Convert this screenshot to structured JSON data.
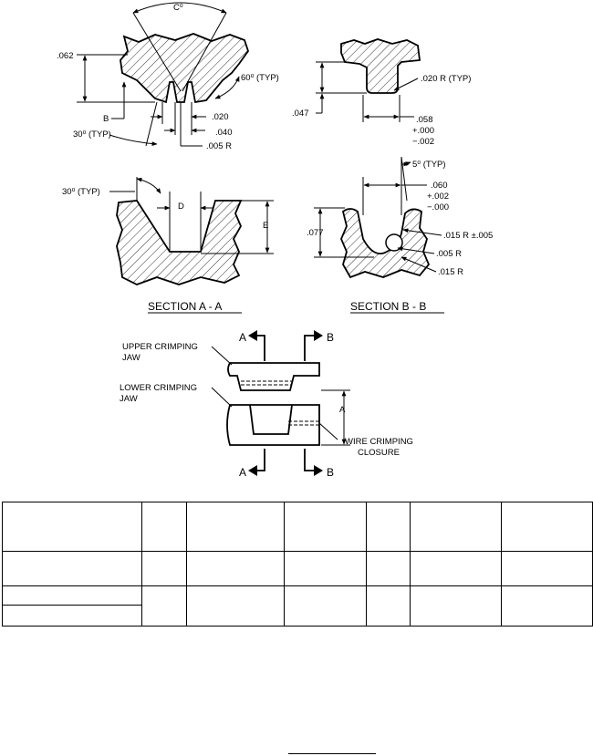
{
  "views": {
    "top_left": {
      "angle_c": "C⁰",
      "dim_062": ".062",
      "label_b": "B",
      "dim_020": ".020",
      "dim_040": ".040",
      "angle_30_typ": "30⁰ (TYP)",
      "dim_005_r": ".005  R",
      "angle_60_typ": "60⁰ (TYP)"
    },
    "top_right": {
      "dim_020_r_typ": ".020  R (TYP)",
      "dim_047": ".047",
      "dim_058": ".058",
      "tol_plus_000": "+.000",
      "tol_minus_002": "−.002"
    },
    "section_a": {
      "angle_30_typ": "30⁰ (TYP)",
      "label_d": "D",
      "label_e": "E",
      "title": "SECTION  A - A"
    },
    "section_b": {
      "angle_5_typ": "5⁰ (TYP)",
      "dim_060": ".060",
      "tol_plus_002": "+.002",
      "tol_minus_000": "−.000",
      "dim_077": ".077",
      "dim_015_r_tol": ".015  R ±.005",
      "dim_005_r": ".005  R",
      "dim_015_r": ".015  R",
      "title": "SECTION  B - B"
    },
    "assembly": {
      "section_a_top": "A",
      "section_b_top": "B",
      "section_a_bottom": "A",
      "section_b_bottom": "B",
      "upper_jaw_line1": "UPPER CRIMPING",
      "upper_jaw_line2": "JAW",
      "lower_jaw_line1": "LOWER CRIMPING",
      "lower_jaw_line2": "JAW",
      "dim_a": "A",
      "closure_line1": "WIRE CRIMPING",
      "closure_line2": "CLOSURE"
    }
  },
  "table": {
    "rows": [
      [
        "",
        "",
        "",
        "",
        "",
        "",
        ""
      ],
      [
        "",
        "",
        "",
        "",
        "",
        "",
        ""
      ],
      [
        "",
        "",
        "",
        "",
        "",
        "",
        ""
      ],
      [
        ""
      ]
    ]
  }
}
